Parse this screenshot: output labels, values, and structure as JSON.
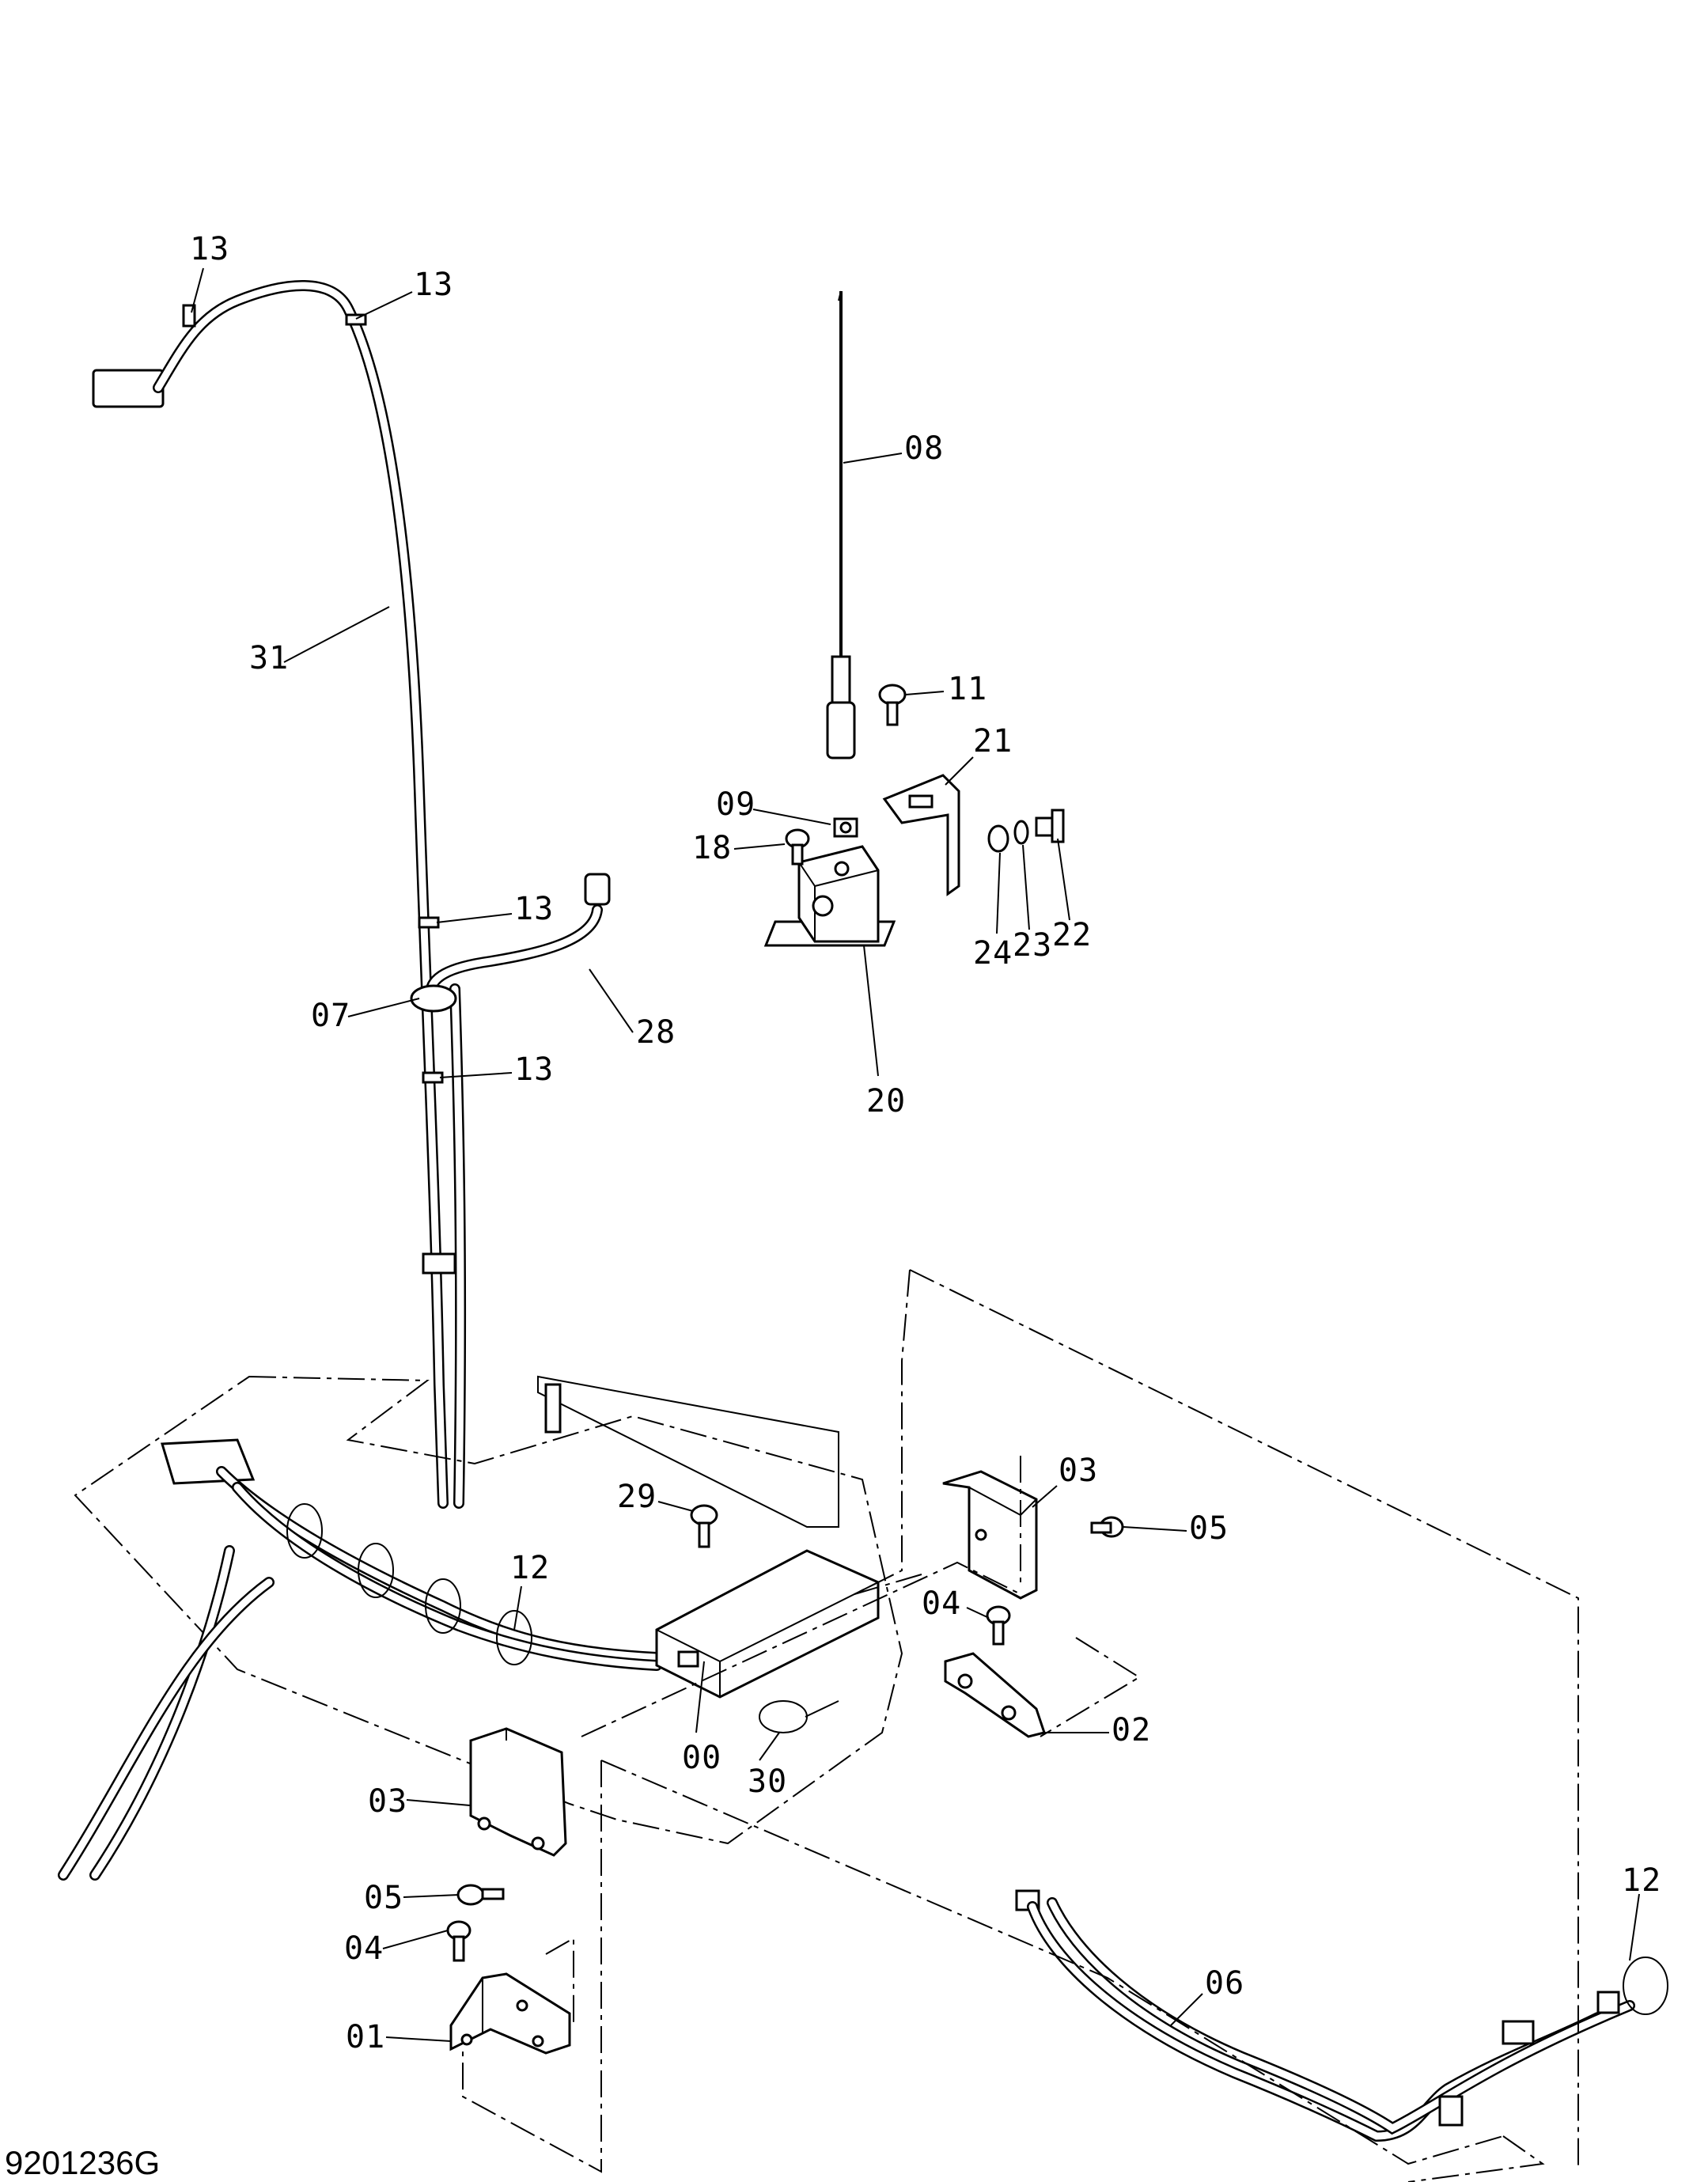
{
  "drawing_id": "9201236G",
  "callouts": [
    {
      "key": "c13a",
      "label": "13"
    },
    {
      "key": "c13b",
      "label": "13"
    },
    {
      "key": "c08",
      "label": "08"
    },
    {
      "key": "c31",
      "label": "31"
    },
    {
      "key": "c11",
      "label": "11"
    },
    {
      "key": "c21",
      "label": "21"
    },
    {
      "key": "c09",
      "label": "09"
    },
    {
      "key": "c18",
      "label": "18"
    },
    {
      "key": "c24",
      "label": "24"
    },
    {
      "key": "c23",
      "label": "23"
    },
    {
      "key": "c22",
      "label": "22"
    },
    {
      "key": "c13c",
      "label": "13"
    },
    {
      "key": "c07",
      "label": "07"
    },
    {
      "key": "c28",
      "label": "28"
    },
    {
      "key": "c13d",
      "label": "13"
    },
    {
      "key": "c20",
      "label": "20"
    },
    {
      "key": "c29",
      "label": "29"
    },
    {
      "key": "c03a",
      "label": "03"
    },
    {
      "key": "c05a",
      "label": "05"
    },
    {
      "key": "c12a",
      "label": "12"
    },
    {
      "key": "c04a",
      "label": "04"
    },
    {
      "key": "c02",
      "label": "02"
    },
    {
      "key": "c00",
      "label": "00"
    },
    {
      "key": "c30",
      "label": "30"
    },
    {
      "key": "c03b",
      "label": "03"
    },
    {
      "key": "c05b",
      "label": "05"
    },
    {
      "key": "c04b",
      "label": "04"
    },
    {
      "key": "c12b",
      "label": "12"
    },
    {
      "key": "c06",
      "label": "06"
    },
    {
      "key": "c01",
      "label": "01"
    }
  ]
}
